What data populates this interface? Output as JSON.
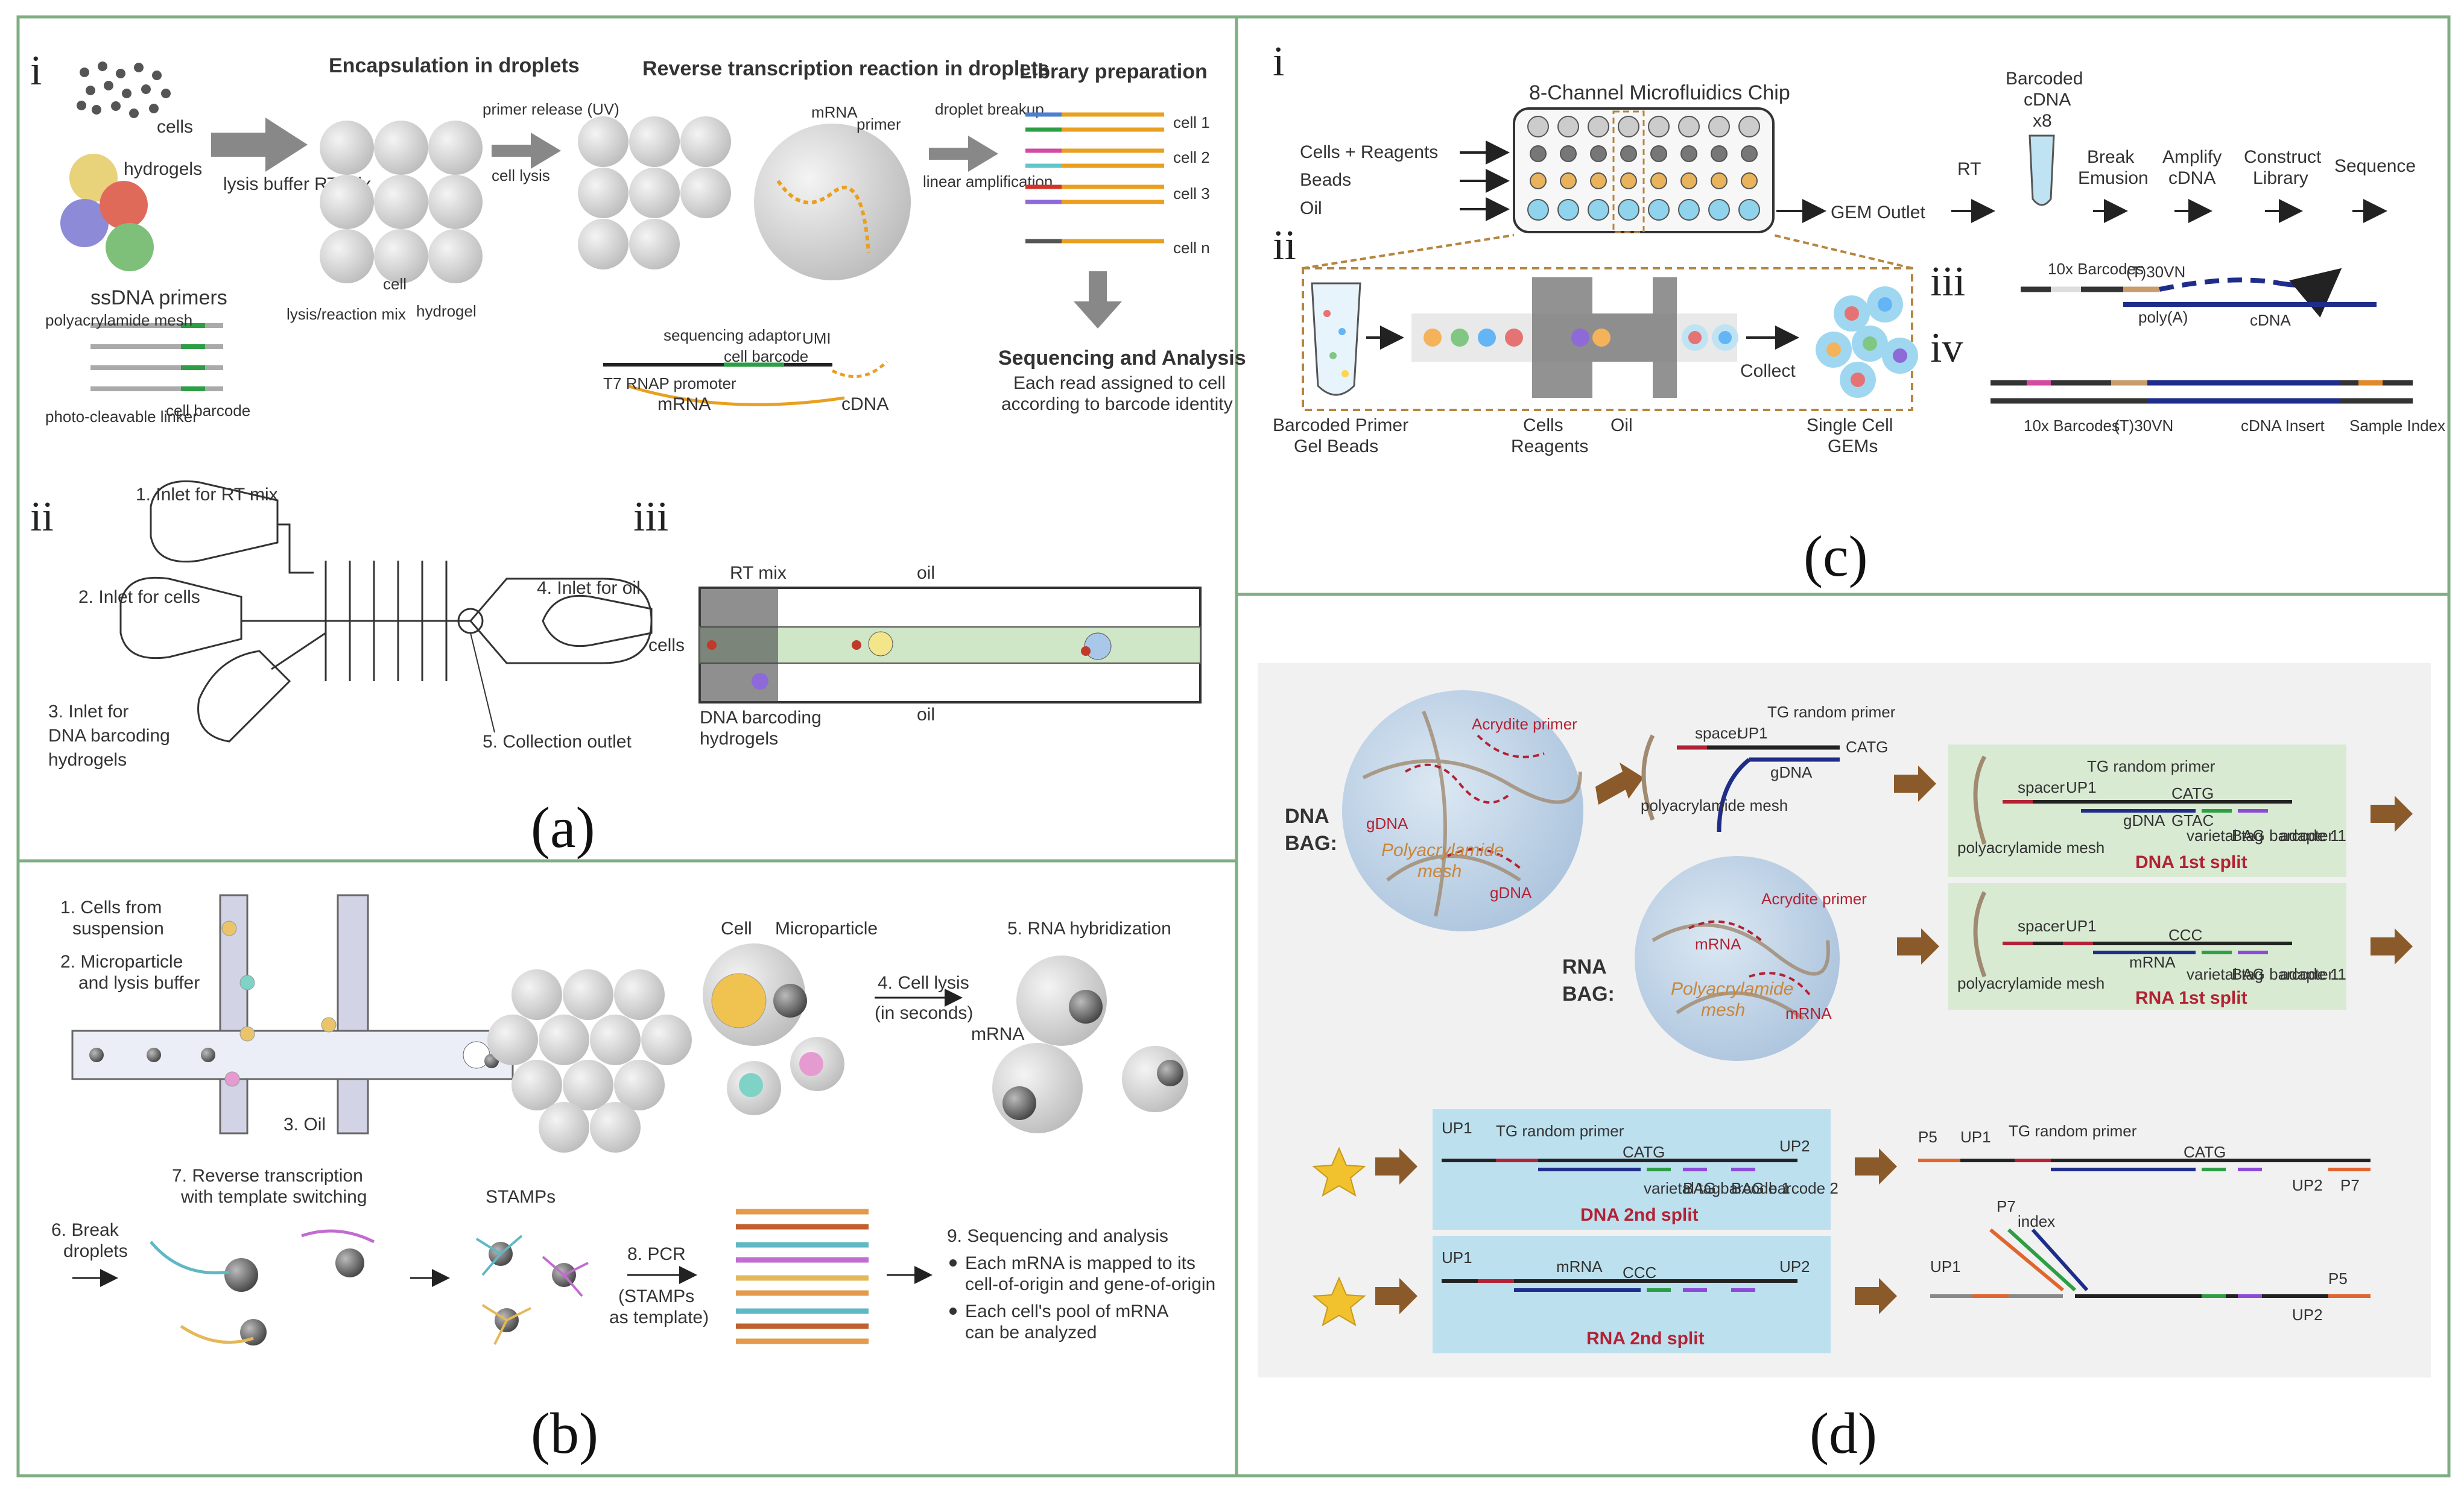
{
  "panels": {
    "a": {
      "caption": "(a)",
      "sub_i": "i",
      "sub_ii": "ii",
      "sub_iii": "iii",
      "cells": "cells",
      "hydrogels": "hydrogels",
      "ssdna_primers": "ssDNA primers",
      "polyacrylamide_mesh": "polyacrylamide mesh",
      "photo_cleavable": "photo-cleavable linker",
      "cell_barcode": "cell barcode",
      "lysis_buffer": "lysis buffer RT mix",
      "encapsulation": "Encapsulation in droplets",
      "lysis_reaction_mix": "lysis/reaction mix",
      "cell": "cell",
      "hydrogel": "hydrogel",
      "primer_release": "primer release (UV)",
      "cell_lysis": "cell lysis",
      "rt_reaction": "Reverse transcription reaction in droplets",
      "mrna": "mRNA",
      "primer": "primer",
      "sequencing_adaptor": "sequencing adaptor",
      "t7": "T7 RNAP promoter",
      "umi": "UMI",
      "cell_barcode2": "cell barcode",
      "cdna": "cDNA",
      "droplet_breakup": "droplet breakup",
      "linear_amp": "linear amplification",
      "library_prep": "Library preparation",
      "cell_labels": [
        "cell 1",
        "cell 2",
        "cell 3",
        "cell n"
      ],
      "seq_analysis": "Sequencing and Analysis",
      "seq_desc1": "Each read assigned to cell",
      "seq_desc2": "according to barcode identity",
      "inlet_rt": "1. Inlet for RT mix",
      "inlet_cells": "2. Inlet for cells",
      "inlet_dna1": "3. Inlet for",
      "inlet_dna2": "DNA barcoding",
      "inlet_dna3": "hydrogels",
      "inlet_oil": "4. Inlet for oil",
      "collection": "5. Collection outlet",
      "rt_mix": "RT mix",
      "oil": "oil",
      "cells_lbl": "cells",
      "dna_barcoding1": "DNA barcoding",
      "dna_barcoding2": "hydrogels"
    },
    "b": {
      "caption": "(b)",
      "step1a": "1. Cells from",
      "step1b": "suspension",
      "step2a": "2. Microparticle",
      "step2b": "and lysis buffer",
      "step3": "3. Oil",
      "cell": "Cell",
      "microparticle": "Microparticle",
      "step4a": "4. Cell lysis",
      "step4b": "(in seconds)",
      "step5": "5. RNA hybridization",
      "mrna": "mRNA",
      "step6a": "6. Break",
      "step6b": "droplets",
      "step7a": "7. Reverse transcription",
      "step7b": "with template switching",
      "stamps": "STAMPs",
      "step8a": "8. PCR",
      "step8b": "(STAMPs",
      "step8c": "as template)",
      "step9": "9. Sequencing and analysis",
      "bullet1a": "Each mRNA is mapped to its",
      "bullet1b": "cell-of-origin and gene-of-origin",
      "bullet2a": "Each cell's pool of mRNA",
      "bullet2b": "can be analyzed"
    },
    "c": {
      "caption": "(c)",
      "sub_i": "i",
      "sub_ii": "ii",
      "sub_iii": "iii",
      "sub_iv": "iv",
      "chip_title": "8-Channel Microfluidics Chip",
      "cells_reagents": "Cells + Reagents",
      "beads": "Beads",
      "oil": "Oil",
      "gem_outlet": "GEM Outlet",
      "barcoded_cdna1": "Barcoded",
      "barcoded_cdna2": "cDNA",
      "x8": "x8",
      "rt": "RT",
      "break_emulsion1": "Break",
      "break_emulsion2": "Emusion",
      "amplify1": "Amplify",
      "amplify2": "cDNA",
      "construct1": "Construct",
      "construct2": "Library",
      "sequence": "Sequence",
      "barcoded_primer1": "Barcoded Primer",
      "barcoded_primer2": "Gel Beads",
      "cells1": "Cells",
      "cells2": "Reagents",
      "oil2": "Oil",
      "collect": "Collect",
      "single_cell1": "Single Cell",
      "single_cell2": "GEMs",
      "tenx_barcodes": "10x Barcodes",
      "tvn": "(T)30VN",
      "polya": "poly(A)",
      "cdna": "cDNA",
      "iv_labels": [
        "10x Barcodes",
        "(T)30VN",
        "cDNA Insert",
        "Sample Index"
      ]
    },
    "d": {
      "caption": "(d)",
      "dna_bag1": "DNA",
      "dna_bag2": "BAG:",
      "rna_bag1": "RNA",
      "rna_bag2": "BAG:",
      "polyacrylamide_mesh1": "Polyacrylamide",
      "polyacrylamide_mesh2": "mesh",
      "acrydite_primer": "Acrydite primer",
      "gdna": "gDNA",
      "mrna": "mRNA",
      "spacer": "spacer",
      "up1": "UP1",
      "tg_random_primer": "TG random primer",
      "catg": "CATG",
      "gtac": "GTAC",
      "ccc": "CCC",
      "varietal_tag": "varietal tag",
      "bag_barcode1": "BAG barcode 1",
      "adapter1": "adapter 1",
      "bag_barcode2": "BAG barcode 2",
      "up2": "UP2",
      "p5": "P5",
      "p7": "P7",
      "index": "index",
      "dna_1st_split": "DNA 1st split",
      "rna_1st_split": "RNA 1st split",
      "dna_2nd_split": "DNA 2nd split",
      "rna_2nd_split": "RNA 2nd split",
      "mesh_short": "polyacrylamide mesh"
    }
  },
  "colors": {
    "border": "#7fae82",
    "arrow_brown": "#8b5a2b",
    "rna_red": "#b22234",
    "bag_blue": "#b5cde3",
    "green_box": "#d8ead2",
    "blue_box": "#bde0ef",
    "gold_star": "#f2c12e"
  }
}
